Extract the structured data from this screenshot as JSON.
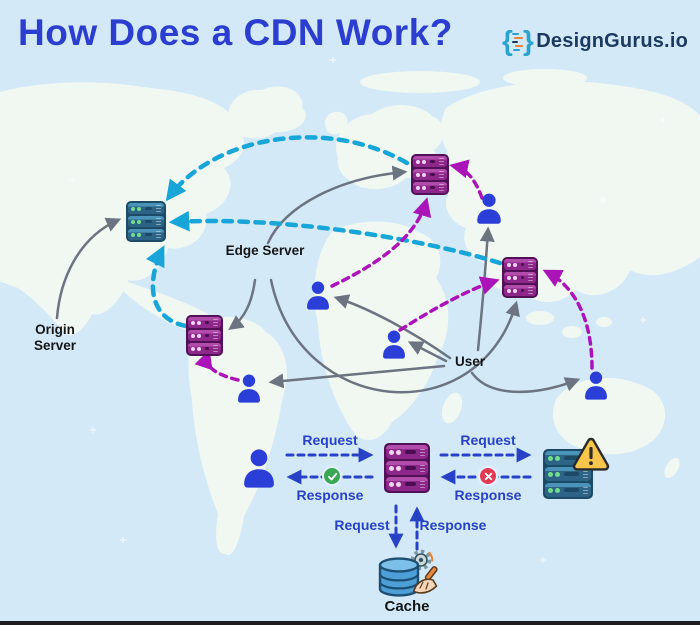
{
  "header": {
    "title": "How Does a CDN Work?"
  },
  "brand": {
    "name": "DesignGurus.io",
    "icon": "code-braces-icon"
  },
  "labels": {
    "origin_server": "Origin Server",
    "edge_server": "Edge Server",
    "user": "User",
    "cache": "Cache"
  },
  "flow": {
    "request": "Request",
    "response": "Response"
  },
  "icons": {
    "origin_server": "teal-server-stack-icon",
    "edge_server": "magenta-server-stack-icon",
    "broken_server": "teal-server-stack-with-warning-icon",
    "user": "person-icon",
    "cache": "database-gear-broom-icon",
    "warning": "warning-triangle-icon",
    "success": "check-circle-icon",
    "failure": "cross-circle-icon"
  },
  "colors": {
    "background": "#d3e9f8",
    "land": "#f1f8f2",
    "title_blue": "#2b3ed0",
    "brand_navy": "#1b3a5f",
    "brand_teal": "#2ba3cf",
    "gray_arrow": "#6b7480",
    "cyan_arrow": "#18a6d8",
    "magenta_arrow": "#ab14b8",
    "flow_blue": "#2742c6",
    "user_blue": "#2b3fd8",
    "edge_server_purple": "#8d278a",
    "origin_server_teal": "#2d6486",
    "warning_yellow": "#f7c64a",
    "success_green": "#38a853",
    "error_red": "#e23b52"
  }
}
